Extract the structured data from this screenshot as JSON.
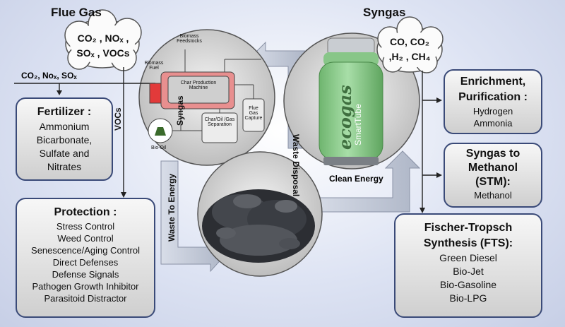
{
  "headers": {
    "flue_gas": "Flue Gas",
    "syngas": "Syngas"
  },
  "flue_cloud": {
    "line1": "CO₂ , NOₓ ,",
    "line2": "SOₓ , VOCs"
  },
  "syngas_cloud": {
    "line1": "CO, CO₂",
    "line2": ",H₂ , CH₄"
  },
  "flue_branch_label": "CO₂, Noₓ, SOₓ",
  "vocs_label": "VOCs",
  "fertilizer": {
    "title": "Fertilizer :",
    "items": [
      "Ammonium",
      "Bicarbonate,",
      "Sulfate and",
      "Nitrates"
    ]
  },
  "protection": {
    "title": "Protection :",
    "items": [
      "Stress Control",
      "Weed Control",
      "Senescence/Aging Control",
      "Direct Defenses",
      "Defense Signals",
      "Pathogen Growth Inhibitor",
      "Parasitoid Distractor"
    ]
  },
  "enrichment": {
    "title1": "Enrichment,",
    "title2": "Purification :",
    "items": [
      "Hydrogen",
      "Ammonia"
    ]
  },
  "stm": {
    "title1": "Syngas to",
    "title2": "Methanol",
    "title3": "(STM):",
    "items": [
      "Methanol"
    ]
  },
  "fts": {
    "title1": "Fischer-Tropsch",
    "title2": "Synthesis (FTS):",
    "items": [
      "Green Diesel",
      "Bio-Jet",
      "Bio-Gasoline",
      "Bio-LPG"
    ]
  },
  "process": {
    "biomass_feedstocks": "Biomass Feedstocks",
    "biomass_fuel": "Biomass Fuel",
    "char_production": "Char Production Machine",
    "char_oil_gas": "Char/Oil /Gas Separation",
    "flue_gas_capture": "Flue Gas Capture",
    "syngas_small": "Syngas",
    "bio_oil": "Bio-Oil"
  },
  "arrows": {
    "waste_disposal": "Waste Disposal",
    "clean_energy": "Clean Energy",
    "waste_to_energy": "Waste To Energy"
  },
  "cylinder": {
    "brand": "ecogas",
    "sub": "SmartTube"
  },
  "colors": {
    "cylinder": "#8fcf8f",
    "box_border": "#3a4a78",
    "machine": "#e88f8f"
  }
}
